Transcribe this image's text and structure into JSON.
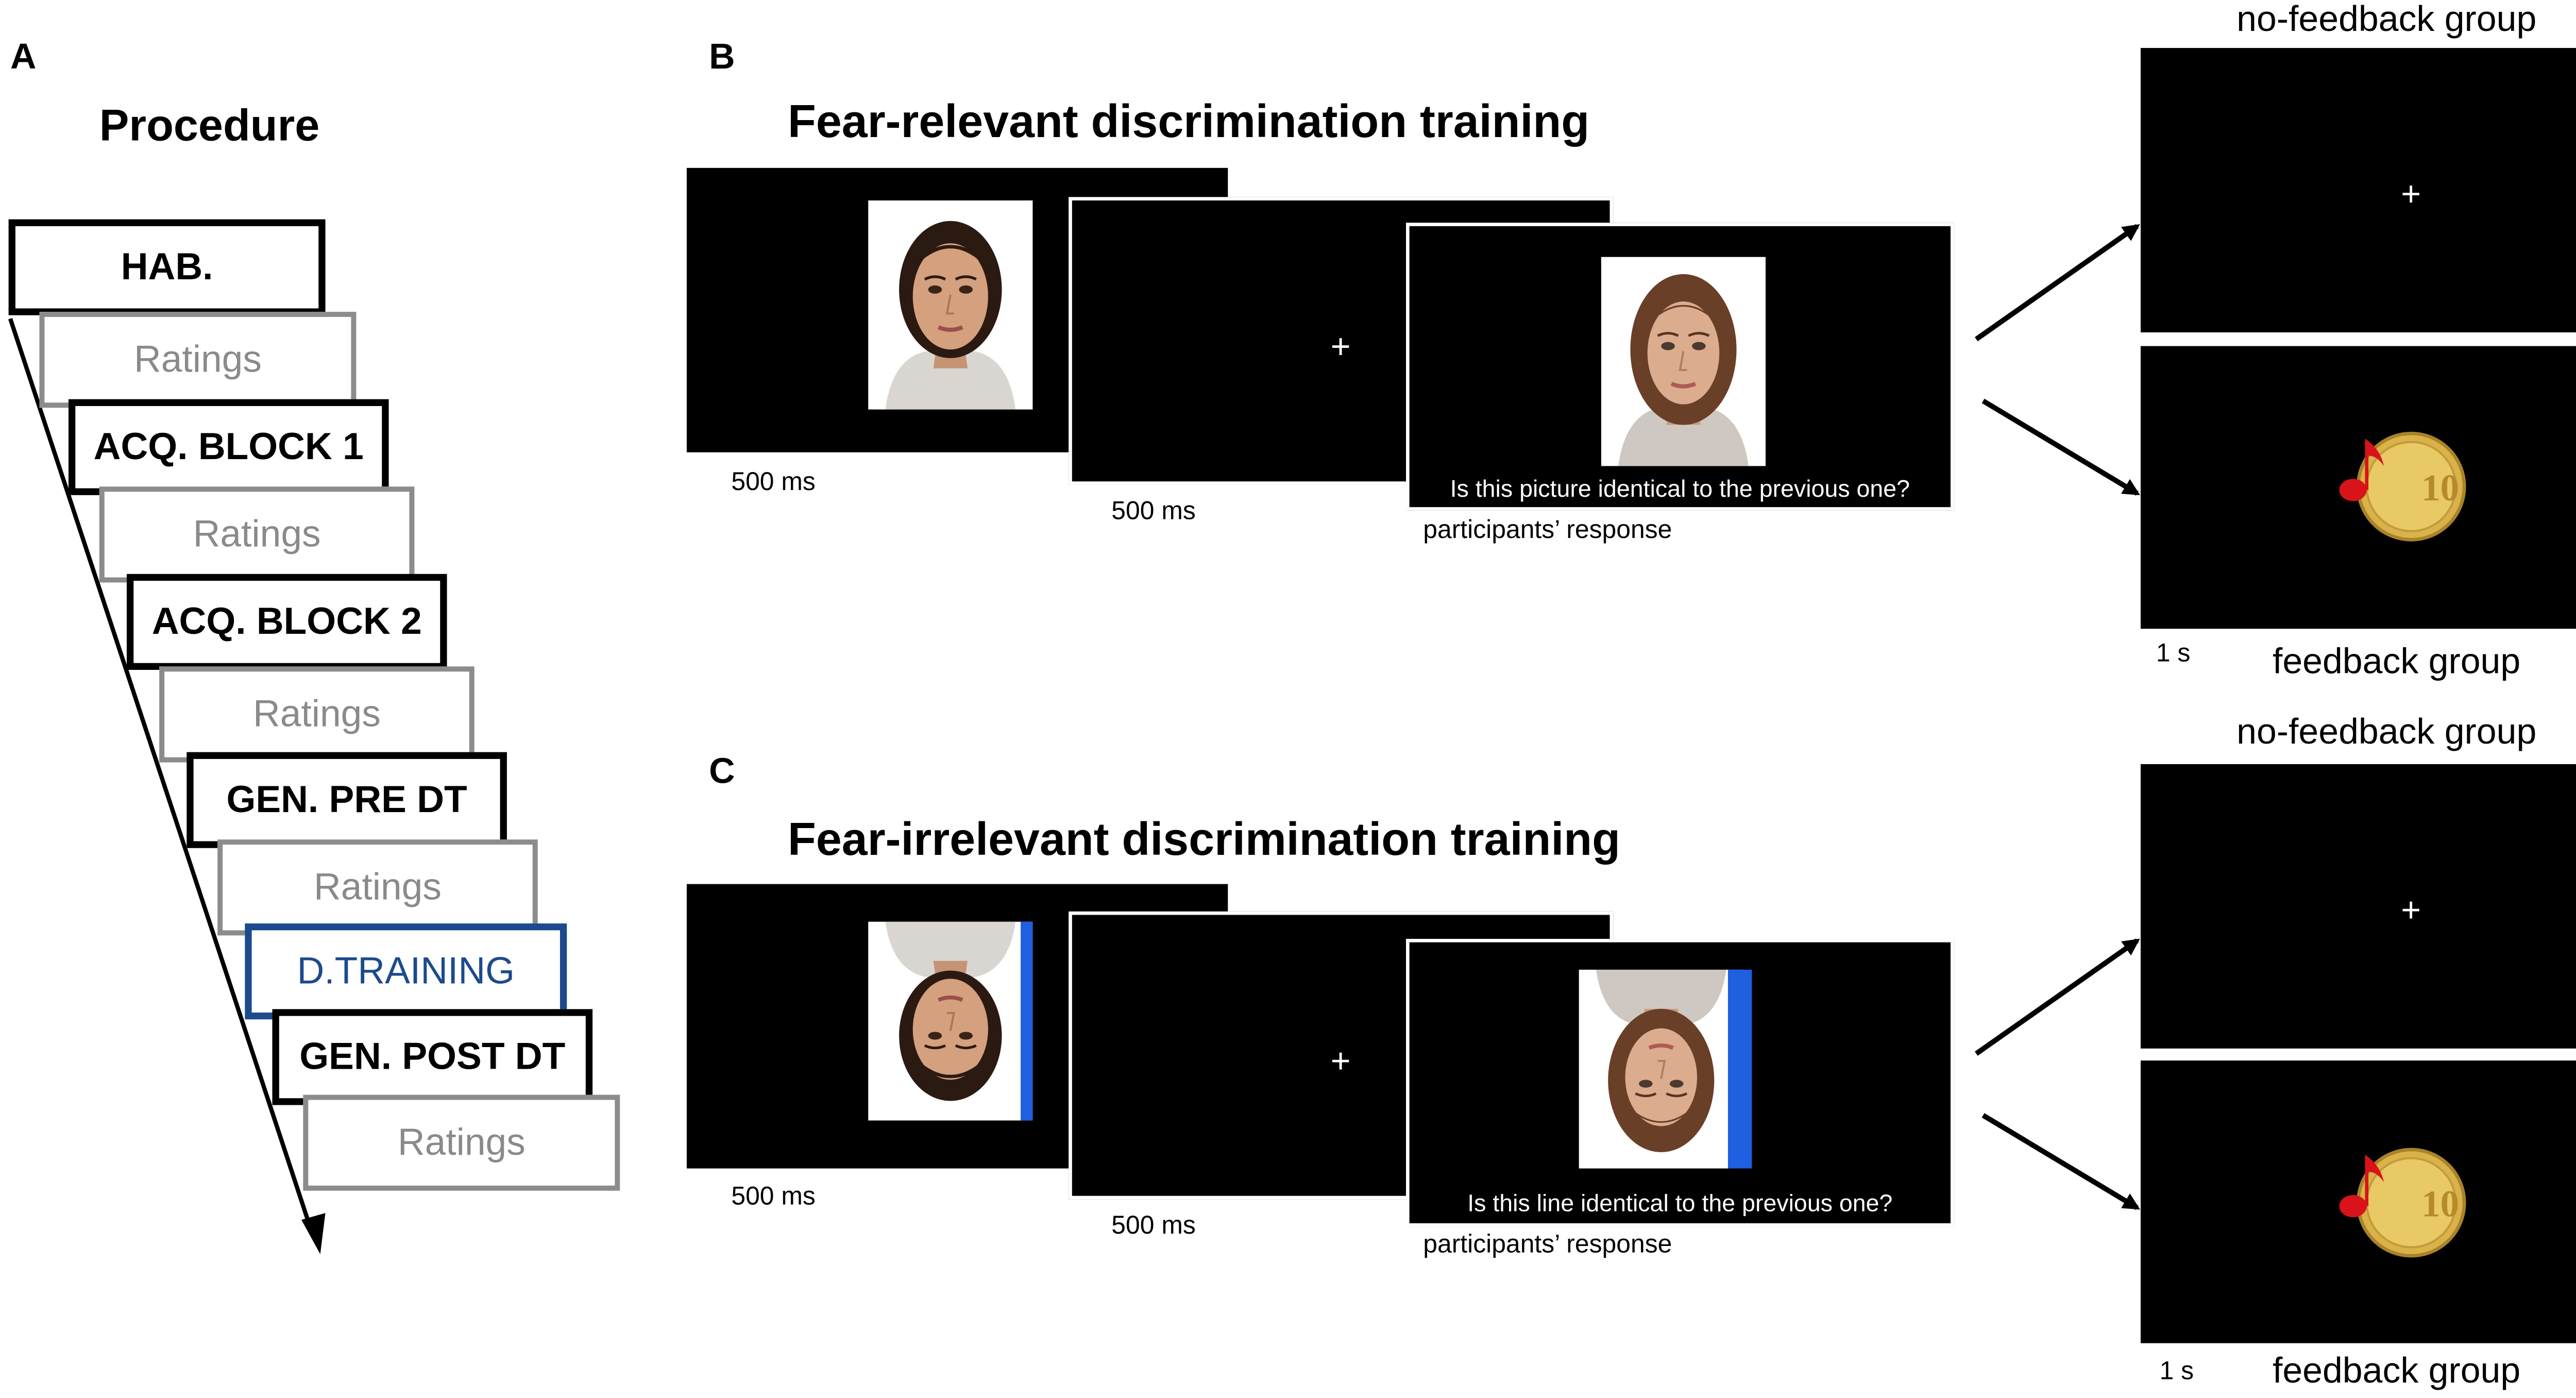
{
  "panels": {
    "a": {
      "letter": "A",
      "title": "Procedure",
      "steps": [
        "HAB.",
        "Ratings",
        "ACQ. BLOCK 1",
        "Ratings",
        "ACQ. BLOCK 2",
        "Ratings",
        "GEN. PRE DT",
        "Ratings",
        "D.TRAINING",
        "GEN. POST DT",
        "Ratings"
      ]
    },
    "b": {
      "letter": "B",
      "title": "Fear-relevant discrimination training",
      "question": "Is this picture identical to the previous one?",
      "timing1": "500 ms",
      "timing2": "500 ms",
      "response": "participants’ response",
      "no_feedback": "no-feedback group",
      "feedback": "feedback group",
      "feedback_time": "1 s",
      "fixation": "+"
    },
    "c": {
      "letter": "C",
      "title": "Fear-irrelevant discrimination training",
      "question": "Is this line identical to the previous one?",
      "timing1": "500 ms",
      "timing2": "500 ms",
      "response": "participants’ response",
      "no_feedback": "no-feedback group",
      "feedback": "feedback group",
      "feedback_time": "1 s",
      "fixation": "+"
    }
  },
  "coin_text": "10",
  "colors": {
    "screen": "#000000",
    "dt_blue": "#1c4a8c",
    "line_blue": "#1f5fe0",
    "ratings_gray": "#8a8a8a"
  },
  "icons": [
    "face-photo",
    "music-note-icon",
    "euro-coin-icon",
    "arrow-icon"
  ]
}
